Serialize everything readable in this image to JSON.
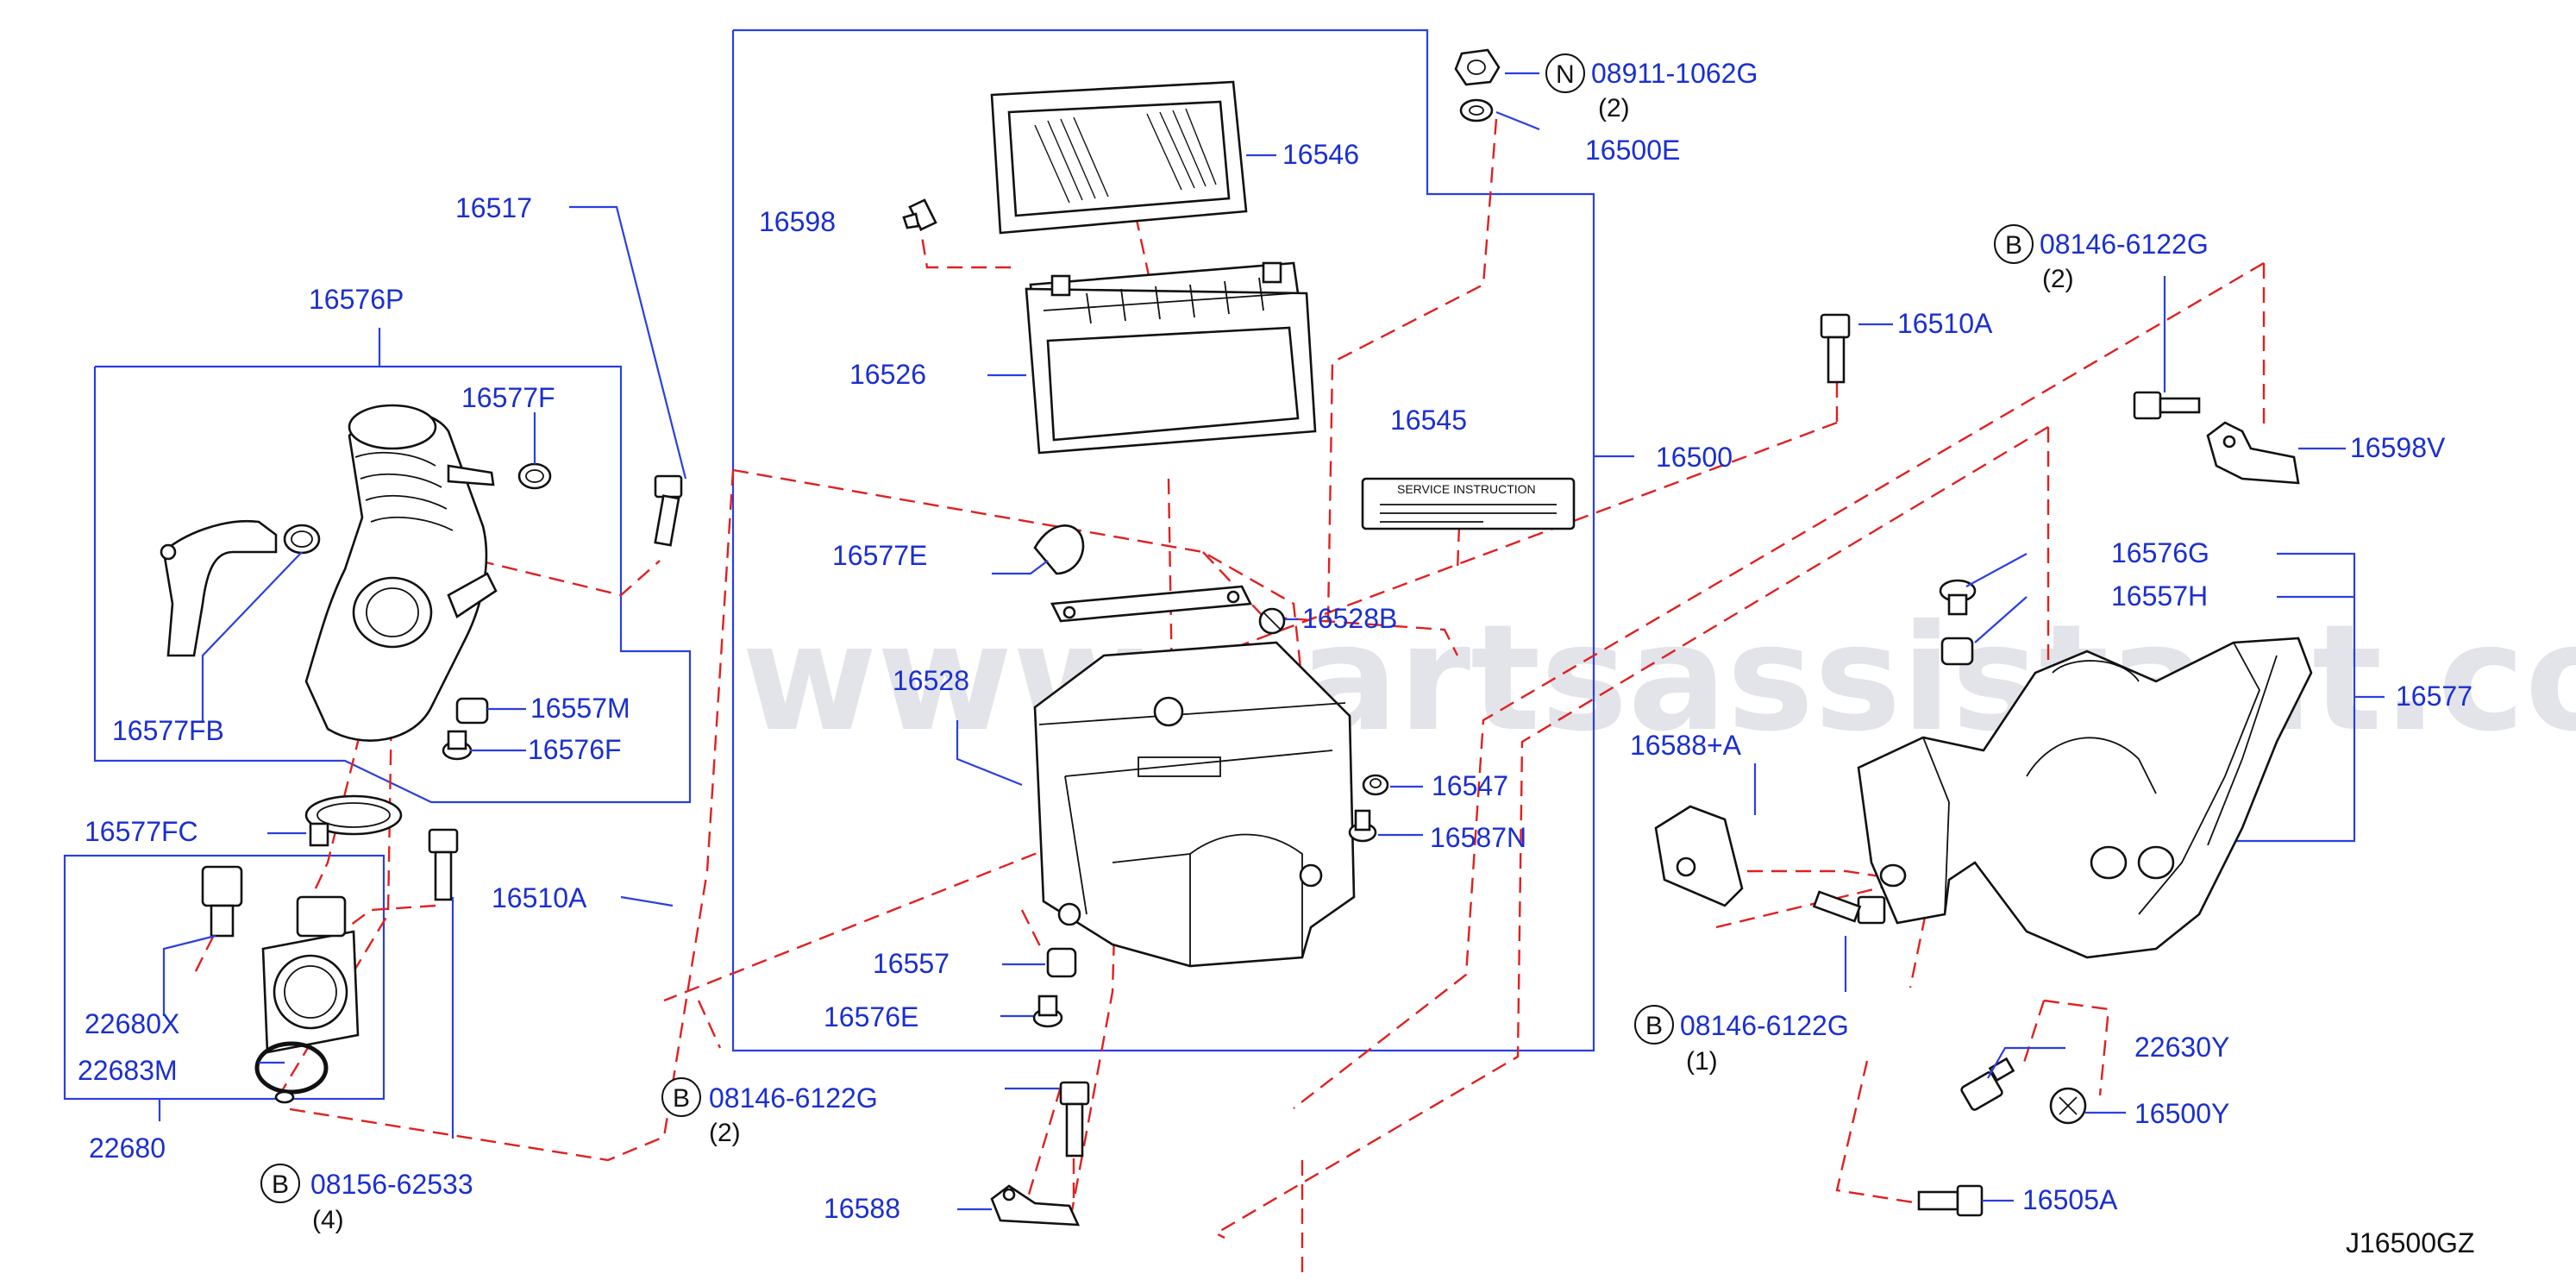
{
  "watermark": "www.partsassistant.com",
  "diagram_ref": "J16500GZ",
  "label_text": {
    "service": "SERVICE",
    "instruction": "INSTRUCTION"
  },
  "parts": {
    "p16546": "16546",
    "p16598": "16598",
    "p16526": "16526",
    "p16545": "16545",
    "p16500": "16500",
    "p16577E": "16577E",
    "p16528B": "16528B",
    "p16528": "16528",
    "p16547": "16547",
    "p16587N": "16587N",
    "p16557": "16557",
    "p16576E": "16576E",
    "p16588": "16588",
    "p16517": "16517",
    "p16576P": "16576P",
    "p16577F": "16577F",
    "p16577FB": "16577FB",
    "p16557M": "16557M",
    "p16576F": "16576F",
    "p16577FC": "16577FC",
    "p16510A_left": "16510A",
    "p22680X": "22680X",
    "p22683M": "22683M",
    "p22680": "22680",
    "p16500E": "16500E",
    "p16510A_right": "16510A",
    "p16598V": "16598V",
    "p16576G": "16576G",
    "p16557H": "16557H",
    "p16577": "16577",
    "p16588A": "16588+A",
    "p22630Y": "22630Y",
    "p16500Y": "16500Y",
    "p16505A": "16505A"
  },
  "fasteners": {
    "nut_top": {
      "letter": "N",
      "part": "08911-1062G",
      "qty": "(2)"
    },
    "bolt_top_right": {
      "letter": "B",
      "part": "08146-6122G",
      "qty": "(2)"
    },
    "bolt_mid_right": {
      "letter": "B",
      "part": "08146-6122G",
      "qty": "(1)"
    },
    "bolt_bottom_mid": {
      "letter": "B",
      "part": "08146-6122G",
      "qty": "(2)"
    },
    "bolt_bottom_left": {
      "letter": "B",
      "part": "08156-62533",
      "qty": "(4)"
    }
  }
}
